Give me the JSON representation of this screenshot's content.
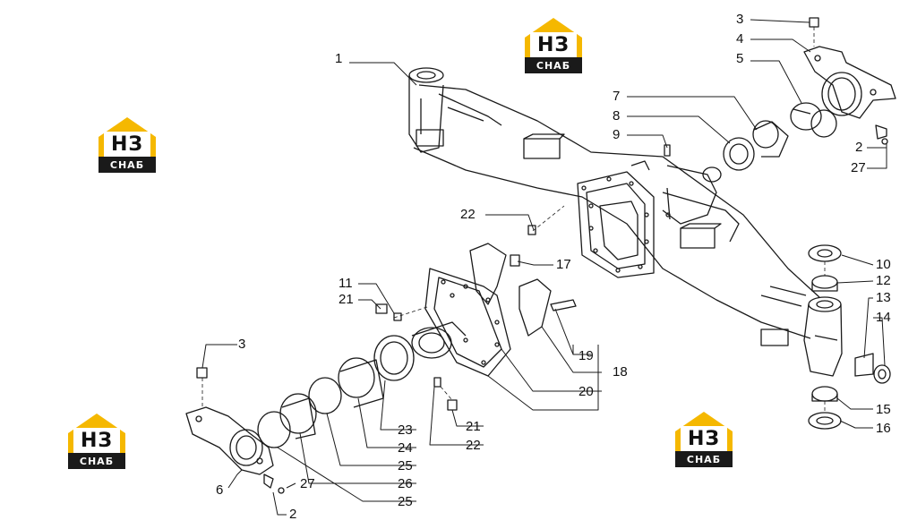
{
  "diagram": {
    "callouts": [
      {
        "id": "c1",
        "text": "1"
      },
      {
        "id": "c3a",
        "text": "3"
      },
      {
        "id": "c4",
        "text": "4"
      },
      {
        "id": "c5",
        "text": "5"
      },
      {
        "id": "c7",
        "text": "7"
      },
      {
        "id": "c8",
        "text": "8"
      },
      {
        "id": "c9",
        "text": "9"
      },
      {
        "id": "c2a",
        "text": "2"
      },
      {
        "id": "c27a",
        "text": "27"
      },
      {
        "id": "c22a",
        "text": "22"
      },
      {
        "id": "c17",
        "text": "17"
      },
      {
        "id": "c10",
        "text": "10"
      },
      {
        "id": "c12",
        "text": "12"
      },
      {
        "id": "c13",
        "text": "13"
      },
      {
        "id": "c14",
        "text": "14"
      },
      {
        "id": "c11",
        "text": "11"
      },
      {
        "id": "c21a",
        "text": "21"
      },
      {
        "id": "c19",
        "text": "19"
      },
      {
        "id": "c18",
        "text": "18"
      },
      {
        "id": "c20",
        "text": "20"
      },
      {
        "id": "c3b",
        "text": "3"
      },
      {
        "id": "c23",
        "text": "23"
      },
      {
        "id": "c24",
        "text": "24"
      },
      {
        "id": "c25a",
        "text": "25"
      },
      {
        "id": "c26",
        "text": "26"
      },
      {
        "id": "c25b",
        "text": "25"
      },
      {
        "id": "c21b",
        "text": "21"
      },
      {
        "id": "c22b",
        "text": "22"
      },
      {
        "id": "c15",
        "text": "15"
      },
      {
        "id": "c16",
        "text": "16"
      },
      {
        "id": "c6",
        "text": "6"
      },
      {
        "id": "c27b",
        "text": "27"
      },
      {
        "id": "c2b",
        "text": "2"
      }
    ]
  },
  "watermark": {
    "top_text": "НЗ",
    "bottom_text": "СНАБ",
    "colors": {
      "accent": "#f5b800",
      "dark": "#1a1a1a",
      "light": "#ffffff"
    }
  }
}
